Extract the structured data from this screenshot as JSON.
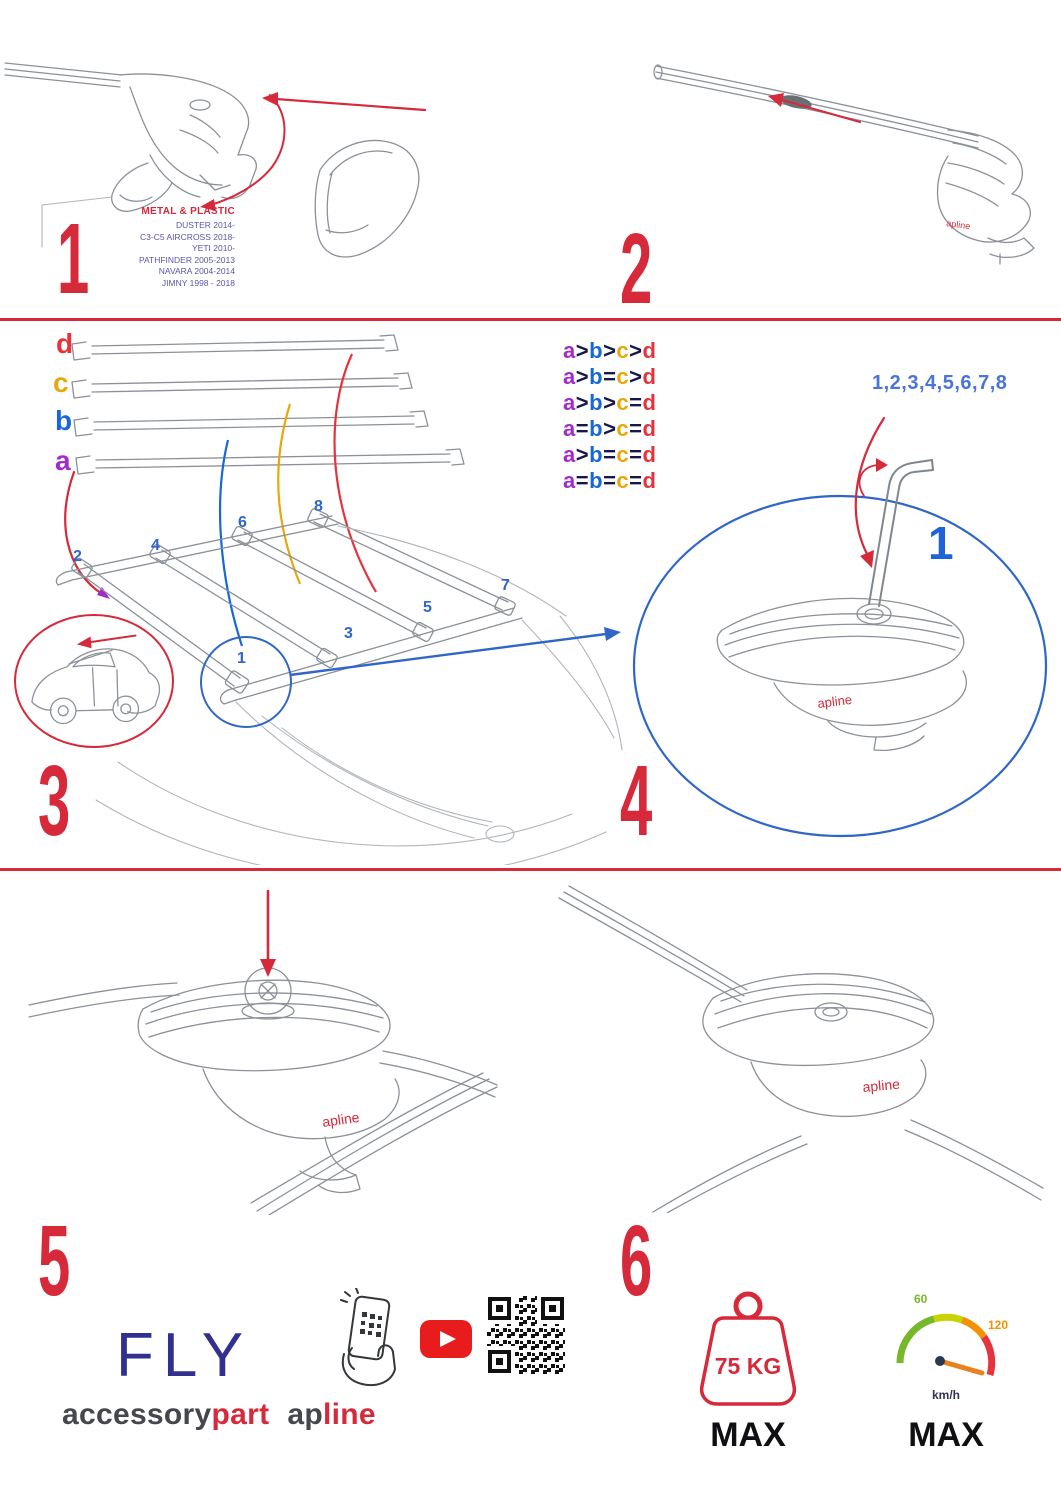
{
  "colors": {
    "accent_red": "#d6293a",
    "deep_blue": "#2f66c8",
    "navy": "#32308e",
    "letter_a": "#a12cc9",
    "letter_b": "#1668d6",
    "letter_c": "#e8a70b",
    "letter_d": "#e6333b",
    "youtube_red": "#e81c1c",
    "gauge_green": "#76b82a",
    "gauge_orange": "#f19106",
    "gauge_red": "#e5333f"
  },
  "step1": {
    "number": "1",
    "material": "METAL & PLASTIC",
    "models": [
      "DUSTER 2014-",
      "C3-C5 AIRCROSS 2018-",
      "YETI 2010-",
      "PATHFINDER 2005-2013",
      "NAVARA 2004-2014",
      "JIMNY 1998 - 2018"
    ]
  },
  "step2": {
    "number": "2"
  },
  "step3": {
    "number": "3",
    "bar_labels": [
      "d",
      "c",
      "b",
      "a"
    ],
    "positions": [
      "1",
      "2",
      "3",
      "4",
      "5",
      "6",
      "7",
      "8"
    ]
  },
  "step4": {
    "number": "4",
    "sequence": "1,2,3,4,5,6,7,8",
    "callout": "1"
  },
  "step5": {
    "number": "5"
  },
  "step6": {
    "number": "6"
  },
  "comparisons": [
    [
      "a",
      ">",
      "b",
      ">",
      "c",
      ">",
      "d"
    ],
    [
      "a",
      ">",
      "b",
      "=",
      "c",
      ">",
      "d"
    ],
    [
      "a",
      ">",
      "b",
      ">",
      "c",
      "=",
      "d"
    ],
    [
      "a",
      "=",
      "b",
      ">",
      "c",
      "=",
      "d"
    ],
    [
      "a",
      ">",
      "b",
      "=",
      "c",
      "=",
      "d"
    ],
    [
      "a",
      "=",
      "b",
      "=",
      "c",
      "=",
      "d"
    ]
  ],
  "branding": {
    "fly": "FLY",
    "accessory": "accessory",
    "part": "part",
    "ap": "ap",
    "line": "line",
    "apline_logo": "apline"
  },
  "limits": {
    "weight": "75 KG",
    "weight_max": "MAX",
    "speed_low": "60",
    "speed_high": "120",
    "speed_unit": "km/h",
    "speed_max": "MAX"
  }
}
